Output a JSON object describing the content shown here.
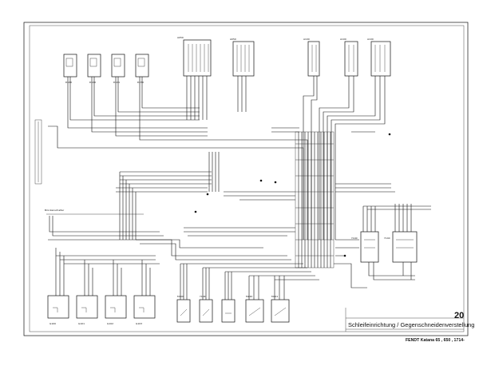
{
  "sheet": {
    "number": "20",
    "title": "Schleifeinrichtung / Gegenschneidenverstellung",
    "footer": "FENDT Katana 65 , 650 ,  1714-"
  },
  "side_label": "Brückenschalter",
  "components": {
    "sensors_top": [
      "D160",
      "D100",
      "D101",
      "D150"
    ],
    "modules_top": [
      "A050",
      "A050",
      "A100",
      "A100",
      "A100"
    ],
    "bottom_units": [
      "G100",
      "G101",
      "G102",
      "G103",
      "M100",
      "Y104",
      "M220",
      "M221"
    ],
    "valves_right": [
      "Y140",
      "Y140"
    ]
  },
  "colors": {
    "line": "#111111",
    "background": "#ffffff"
  }
}
